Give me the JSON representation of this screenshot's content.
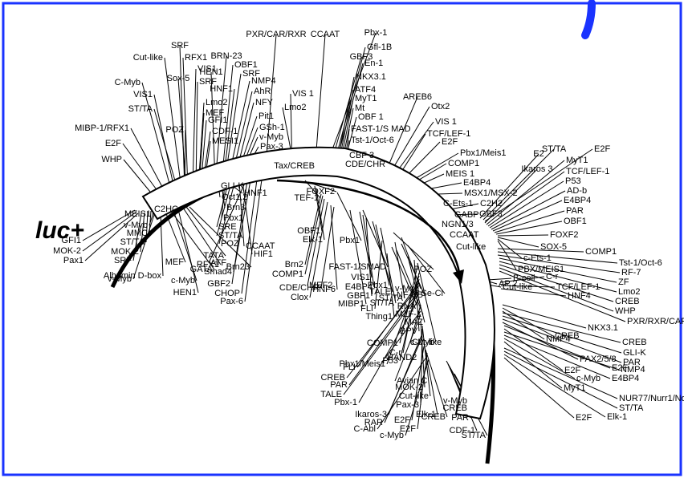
{
  "diagram": {
    "construct_label": "luc+",
    "colors": {
      "frame": "#1a33ff",
      "line": "#000000",
      "background": "#ffffff"
    },
    "labels": [
      "SRF",
      "Cut-like",
      "RFX1",
      "VIS1",
      "Sox-5",
      "SRF",
      "C-Myb",
      "VIS1",
      "ST/TA",
      "Lmo2",
      "MEF",
      "GFI1",
      "POZ",
      "CDF-1",
      "MESI1",
      "MIBP-1/RFX1",
      "E2F",
      "WHP",
      "BRN-23",
      "OBF1",
      "HEN1",
      "SRF",
      "HNF1",
      "NMP4",
      "AhR",
      "NFY",
      "Pit1",
      "GSh-1",
      "v-Myb",
      "Pax-3",
      "PXR/CAR/RXR",
      "CCAAT",
      "Pbx-1",
      "GBF3",
      "Gfl-1B",
      "En-1",
      "NKX3.1",
      "VIS 1",
      "Lmo2",
      "ATF4",
      "MyT1",
      "Mt",
      "OBF 1",
      "FAST-1/S MAD",
      "Tst-1/Oct-6",
      "CBF 3",
      "CDE/CHR",
      "AREB6",
      "Otx2",
      "VIS 1",
      "TCF/LEF-1",
      "E2F",
      "Pbx1/Meis1",
      "COMP1",
      "MEIS 1",
      "E4BP4",
      "MSX1/MSX-2",
      "C-Ets-1",
      "GABP",
      "NGN1/3",
      "CCAAT",
      "Cut-like",
      "C2H2",
      "GBF3",
      "E2",
      "ST/TA",
      "E2F",
      "Ikaros 3",
      "MyT1",
      "TCF/LEF-1",
      "P53",
      "AD-b",
      "E4BP4",
      "PAR",
      "OBF1",
      "FOXF2",
      "SOX-5",
      "c-Ets-1",
      "PBX/MEIS1",
      "COMP1",
      "Tst-1/Oct-6",
      "RF-7",
      "ZF",
      "Lmo2",
      "CREB",
      "WHP",
      "PXR/RXR/CAR",
      "AP 2",
      "B-cell",
      "Cut-like",
      "C-r",
      "TCF/LEF-1",
      "HNF4",
      "NKX3.1",
      "CREB",
      "NMP4",
      "CREB",
      "GLI-K",
      "PAR",
      "PAX2/5/8",
      "E2F",
      "E2F",
      "NMP4",
      "E4BP4",
      "c-Myb",
      "MyT1",
      "NUR77/Nurr1/Nor-1",
      "ST/TA",
      "Elk-1",
      "E2F",
      "GFI1",
      "MOK-2",
      "Pax1",
      "SRF",
      "MOK-2",
      "ST/TA",
      "MMC",
      "v-Myb",
      "MEIS1",
      "C2HC",
      "v-Myb",
      "Albumin D-box",
      "MEF",
      "GATA",
      "c-Myb",
      "HEN1",
      "RFX1",
      "TATA",
      "Brn23",
      "GLI-K",
      "HNF1",
      "Oct1,2",
      "Brn3",
      "Pbx1",
      "SRE",
      "ST/TA",
      "POZ",
      "CCAAT",
      "HIF1",
      "ATF",
      "GBF2",
      "Smad4",
      "CHOP",
      "Pax-6",
      "Tax/CREB",
      "TEF-1",
      "FOXF2",
      "OBF1",
      "Elk-1",
      "Pbx1",
      "Brn2",
      "COMP1",
      "MEF2",
      "Clox",
      "HNF6",
      "CDE/CHR",
      "MIBP1",
      "FAST-1/SMAD",
      "VIS1",
      "E4BP4",
      "GBF1",
      "TALE",
      "Pbx1",
      "ST/TA",
      "POZ",
      "v-Myb",
      "FLI",
      "ST/TA",
      "NF-KB",
      "Se-Cl",
      "RNA",
      "MZF-1",
      "Thing1",
      "MAZ",
      "BPV",
      "c-Myb",
      "COMP1",
      "C-r",
      "Pbx1/Meis1",
      "P53",
      "FLI",
      "CREB",
      "PAR",
      "TALE",
      "Pbx-1",
      "Cut-like",
      "HAND2",
      "Avian C",
      "MOK-2",
      "Cut-like",
      "Pax-3",
      "Ikaros-3",
      "RAR",
      "Elk-1",
      "E2F",
      "CREB",
      "E2F",
      "C-Abl",
      "c-Myb",
      "v-Myb",
      "CREB",
      "PAR",
      "CDF-1",
      "ST/TA",
      "SRF"
    ]
  }
}
